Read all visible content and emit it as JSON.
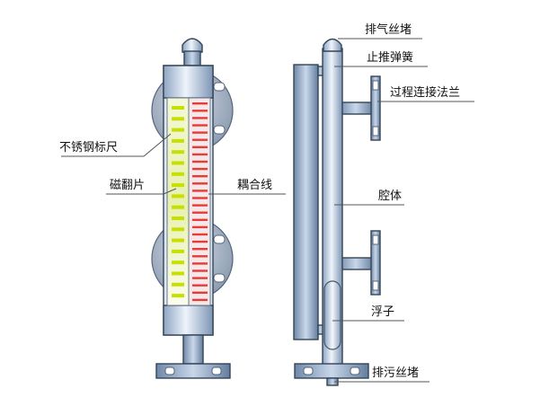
{
  "labels": {
    "stainless_scale": "不锈钢标尺",
    "magnetic_flap": "磁翻片",
    "coupling_line": "耦合线",
    "vent_plug": "排气丝堵",
    "stop_spring": "止推弹簧",
    "process_flange": "过程连接法兰",
    "chamber": "腔体",
    "float": "浮子",
    "drain_plug": "排污丝堵"
  },
  "colors": {
    "pipe_light": "#e4eef8",
    "pipe_mid": "#b7c9df",
    "pipe_dark": "#6f88a8",
    "flap_yellow": "#c8e000",
    "scale_red": "#e83a3a",
    "outline": "#334455"
  }
}
